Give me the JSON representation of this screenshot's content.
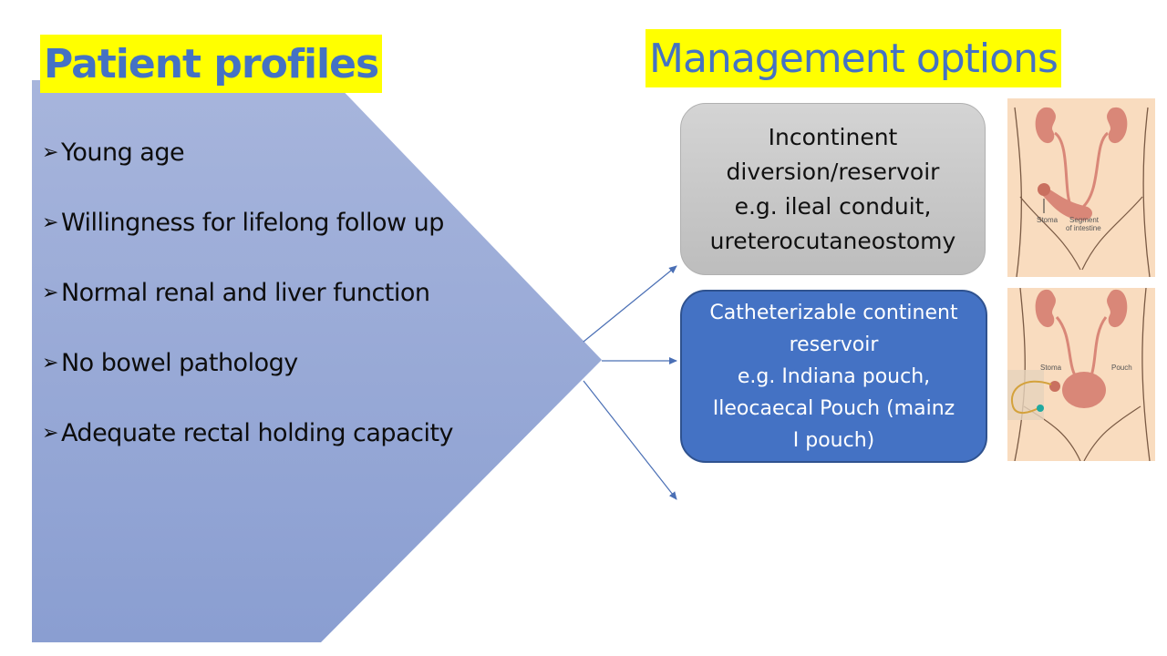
{
  "slide": {
    "left_title": "Patient profiles",
    "right_title": "Management options",
    "bullet_glyph": "➢",
    "profiles": [
      "Young age",
      "Willingness for lifelong follow up",
      "Normal renal and liver function",
      "No bowel pathology",
      "Adequate rectal holding capacity"
    ],
    "options": [
      {
        "lines": [
          "Incontinent",
          "diversion/reservoir",
          "e.g. ileal conduit,",
          "ureterocutaneostomy"
        ],
        "style": "gray"
      },
      {
        "lines": [
          "Catheterizable continent",
          "reservoir",
          "e.g. Indiana pouch,",
          "Ileocaecal Pouch (mainz",
          "I pouch)"
        ],
        "style": "blue"
      }
    ],
    "illustrations": [
      {
        "name": "ileal-conduit-illustration",
        "labels": [
          "Stoma",
          "Segment",
          "of intestine"
        ]
      },
      {
        "name": "continent-pouch-illustration",
        "labels": [
          "Stoma",
          "Pouch"
        ]
      }
    ],
    "colors": {
      "title_highlight": "#ffff00",
      "title_text": "#4472c4",
      "chevron_fill_top": "#a7b5dc",
      "chevron_fill_bottom": "#8a9ed1",
      "arrow": "#4a6fb5",
      "box_blue": "#4472c4",
      "box_gray": "#c8c8c8",
      "skin": "#f9dcbf",
      "organ": "#d98778"
    }
  }
}
